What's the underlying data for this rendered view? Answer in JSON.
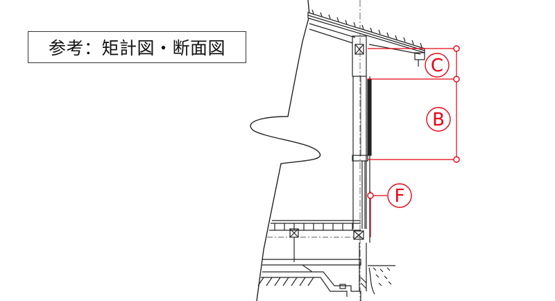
{
  "reference_title": "参考：矩計図・断面図",
  "markers": {
    "c": "C",
    "b": "B",
    "f": "F"
  },
  "colors": {
    "annotation": "#e60012",
    "linework": "#222222",
    "title_border": "#333333"
  }
}
